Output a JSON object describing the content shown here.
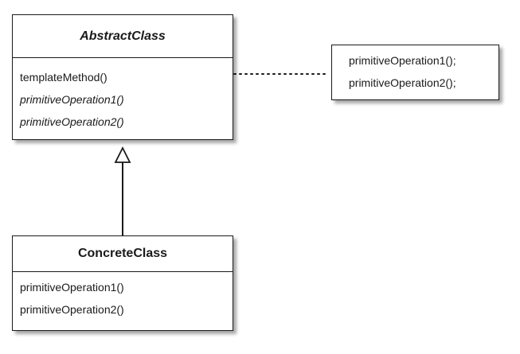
{
  "abstract_class": {
    "name": "AbstractClass",
    "operations": [
      {
        "text": "templateMethod()",
        "abstract": false
      },
      {
        "text": "primitiveOperation1()",
        "abstract": true
      },
      {
        "text": "primitiveOperation2()",
        "abstract": true
      }
    ]
  },
  "concrete_class": {
    "name": "ConcreteClass",
    "operations": [
      {
        "text": "primitiveOperation1()"
      },
      {
        "text": "primitiveOperation2()"
      }
    ]
  },
  "note": {
    "lines": [
      "primitiveOperation1();",
      "primitiveOperation2();"
    ]
  }
}
